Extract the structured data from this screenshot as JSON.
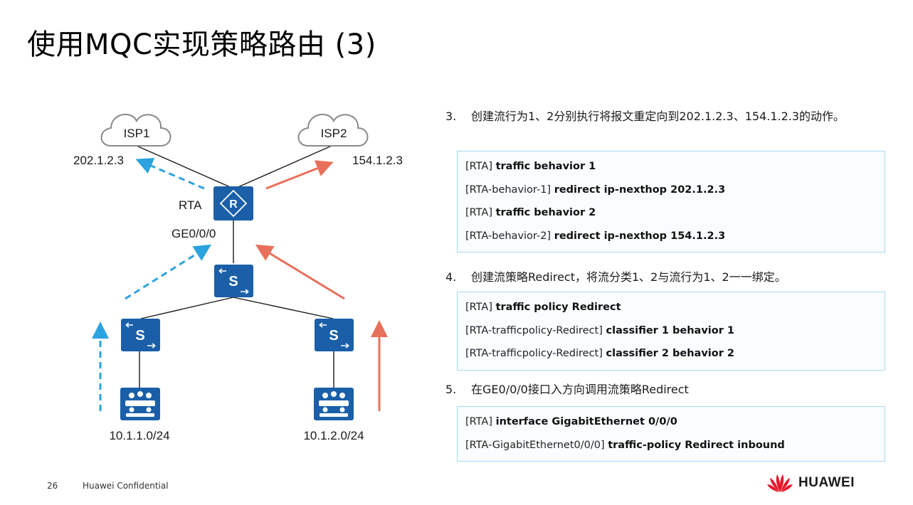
{
  "slide": {
    "title": "使用MQC实现策略路由 (3)",
    "page_number": "26",
    "confidentiality": "Huawei Confidential",
    "brand": "HUAWEI"
  },
  "diagram": {
    "isp1": "ISP1",
    "isp2": "ISP2",
    "isp1_nexthop": "202.1.2.3",
    "isp2_nexthop": "154.1.2.3",
    "router_label": "RTA",
    "interface_label": "GE0/0/0",
    "net1": "10.1.1.0/24",
    "net2": "10.1.2.0/24",
    "colors": {
      "device": "#1a5fa8",
      "flow1": "#2ca3e0",
      "flow2": "#e8705a",
      "cloud": "#888888"
    }
  },
  "steps": [
    {
      "num": "3.",
      "text": "创建流行为1、2分别执行将报文重定向到202.1.2.3、154.1.2.3的动作。",
      "commands": [
        {
          "prompt": "[RTA] ",
          "cmd": "traffic behavior 1"
        },
        {
          "prompt": "[RTA-behavior-1] ",
          "cmd": "redirect ip-nexthop 202.1.2.3"
        },
        {
          "prompt": "[RTA] ",
          "cmd": "traffic behavior 2"
        },
        {
          "prompt": "[RTA-behavior-2] ",
          "cmd": "redirect ip-nexthop 154.1.2.3"
        }
      ]
    },
    {
      "num": "4.",
      "text": "创建流策略Redirect，将流分类1、2与流行为1、2一一绑定。",
      "commands": [
        {
          "prompt": "[RTA] ",
          "cmd": "traffic policy Redirect"
        },
        {
          "prompt": "[RTA-trafficpolicy-Redirect] ",
          "cmd": "classifier 1 behavior 1"
        },
        {
          "prompt": "[RTA-trafficpolicy-Redirect] ",
          "cmd": "classifier 2 behavior 2"
        }
      ]
    },
    {
      "num": "5.",
      "text": "在GE0/0/0接口入方向调用流策略Redirect",
      "commands": [
        {
          "prompt": "[RTA] ",
          "cmd": "interface GigabitEthernet 0/0/0"
        },
        {
          "prompt": "[RTA-GigabitEthernet0/0/0] ",
          "cmd": "traffic-policy Redirect inbound"
        }
      ]
    }
  ]
}
